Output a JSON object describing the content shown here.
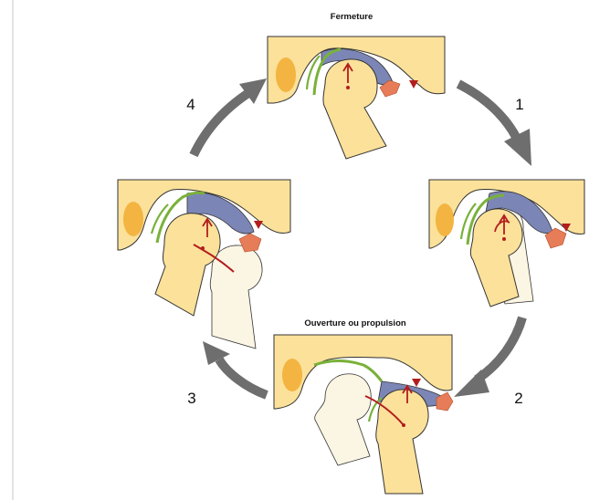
{
  "diagram": {
    "stage_titles": {
      "closing": "Fermeture",
      "opening": "Ouverture ou propulsion"
    },
    "step_numbers": [
      "1",
      "2",
      "3",
      "4"
    ]
  },
  "colors": {
    "bone": "#fbe19a",
    "bone_outline": "#333333",
    "fossa_oval": "#f3b441",
    "disc": "#7b86b6",
    "retrodiscal": "#79b13a",
    "muscle": "#e77d58",
    "arrow_marker": "#b31d1d",
    "ghost_condyle": "#fbf5e3",
    "cycle_arrow": "#6e6e6e",
    "frame_line": "#d8d8d8"
  }
}
